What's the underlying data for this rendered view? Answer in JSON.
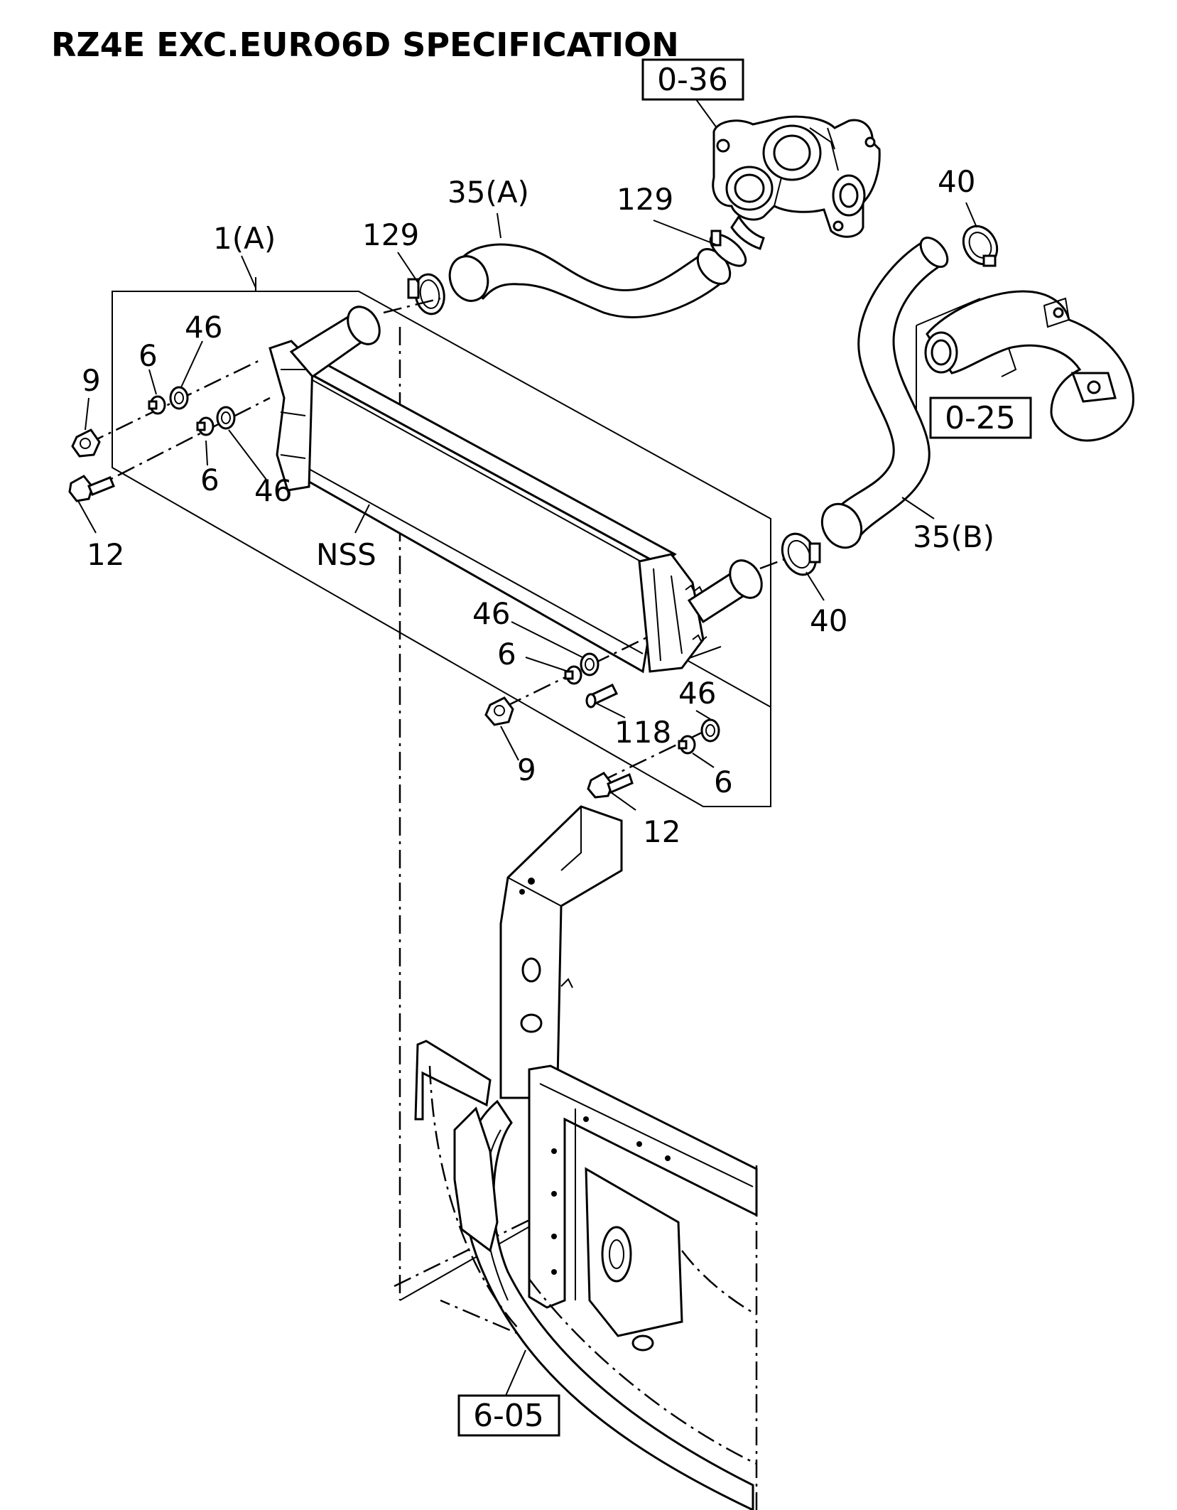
{
  "title": "RZ4E EXC.EURO6D SPECIFICATION",
  "references": {
    "ref_036": "0-36",
    "ref_025": "0-25",
    "ref_605": "6-05"
  },
  "callouts": {
    "c_1a": "1(A)",
    "c_35a": "35(A)",
    "c_35b": "35(B)",
    "c_129_left": "129",
    "c_129_right": "129",
    "c_40_top": "40",
    "c_40_bottom": "40",
    "c_46_tl": "46",
    "c_46_ml": "46",
    "c_6_tl": "6",
    "c_6_ml": "6",
    "c_9_left": "9",
    "c_12_left": "12",
    "c_nss": "NSS",
    "c_46_mr": "46",
    "c_6_mr": "6",
    "c_118": "118",
    "c_46_br": "46",
    "c_9_right": "9",
    "c_6_br": "6",
    "c_12_right": "12"
  }
}
